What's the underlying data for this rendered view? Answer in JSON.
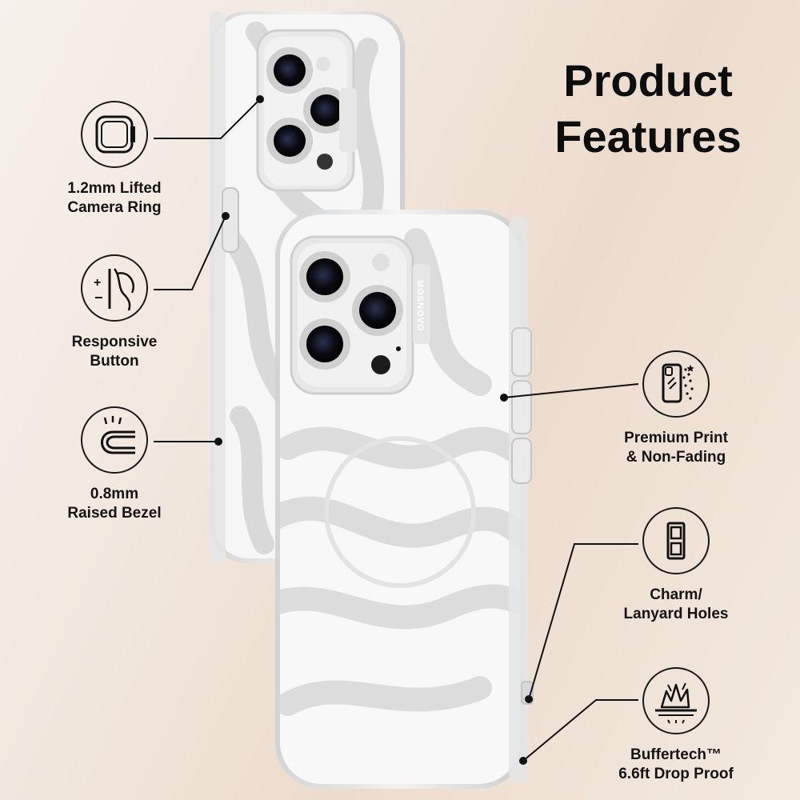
{
  "heading": {
    "line1": "Product",
    "line2": "Features"
  },
  "brand": "MOSNOVO",
  "features": [
    {
      "id": "camera-ring",
      "icon": "camera-ring-icon",
      "line1": "1.2mm Lifted",
      "line2": "Camera Ring"
    },
    {
      "id": "responsive-button",
      "icon": "button-press-icon",
      "line1": "Responsive",
      "line2": "Button"
    },
    {
      "id": "raised-bezel",
      "icon": "raised-bezel-icon",
      "line1": "0.8mm",
      "line2": "Raised Bezel"
    },
    {
      "id": "premium-print",
      "icon": "phone-print-icon",
      "line1": "Premium Print",
      "line2": "& Non-Fading"
    },
    {
      "id": "lanyard-holes",
      "icon": "lanyard-holes-icon",
      "line1": "Charm/",
      "line2": "Lanyard Holes"
    },
    {
      "id": "drop-proof",
      "icon": "drop-impact-icon",
      "line1": "Buffertech™",
      "line2": "6.6ft Drop Proof"
    }
  ],
  "colors": {
    "accent": "#111111",
    "background": "#f1e6dc",
    "case": "#f7f7f7",
    "swirl": "#dcdcdc"
  }
}
